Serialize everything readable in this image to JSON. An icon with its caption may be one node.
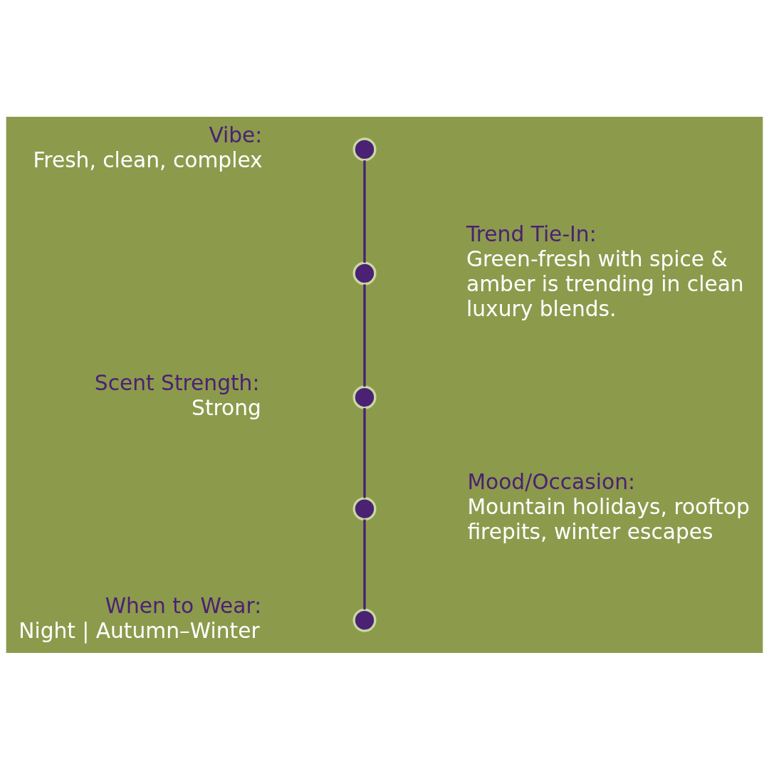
{
  "diagram": {
    "nodes": [
      {
        "text": [],
        "shape": "circle",
        "beside": [
          "Vibe:",
          "Fresh, clean, complex"
        ]
      },
      {
        "text": [],
        "shape": "circle",
        "beside": [
          "Trend Tie-In:",
          "Green-fresh with spice & amber is trending in clean luxury blends."
        ]
      },
      {
        "text": [],
        "shape": "circle",
        "beside": [
          "Scent Strength:",
          "Strong"
        ]
      },
      {
        "text": [],
        "shape": "circle",
        "beside": [
          "Mood/Occasion:",
          "Mountain holidays, rooftop firepits, winter escapes"
        ]
      },
      {
        "text": [],
        "shape": "circle",
        "beside": [
          "When to Wear:",
          "Night | Autumn–Winter"
        ]
      }
    ],
    "edges": [
      {
        "from": 0,
        "to": 1,
        "arrow": "none"
      },
      {
        "from": 1,
        "to": 2,
        "arrow": "none"
      },
      {
        "from": 2,
        "to": 3,
        "arrow": "none"
      },
      {
        "from": 3,
        "to": 4,
        "arrow": "none"
      }
    ]
  }
}
